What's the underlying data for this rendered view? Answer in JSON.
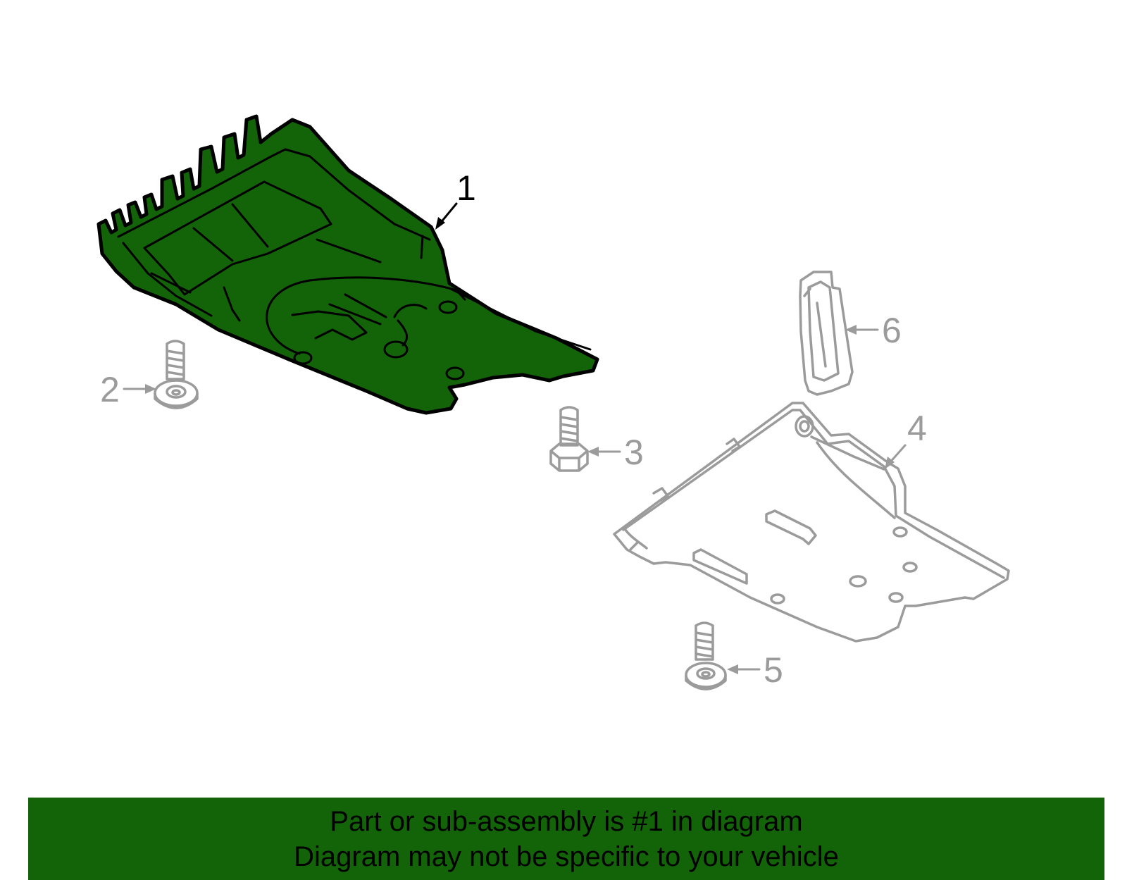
{
  "colors": {
    "highlight_fill": "#136308",
    "highlight_stroke": "#000000",
    "other_parts_stroke": "#9b9b9b",
    "banner_bg": "#136308"
  },
  "callouts": {
    "p1": "1",
    "p2": "2",
    "p3": "3",
    "p4": "4",
    "p5": "5",
    "p6": "6"
  },
  "banner": {
    "line1": "Part or sub-assembly is #1 in diagram",
    "line2": "Diagram may not be specific to your vehicle"
  }
}
